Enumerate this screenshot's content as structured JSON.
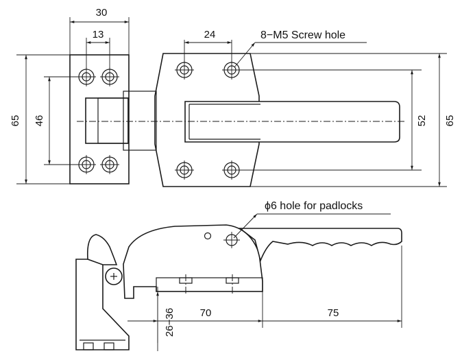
{
  "top_view": {
    "dim_width_30": "30",
    "dim_hole_spacing_13": "13",
    "dim_hole_spacing_24": "24",
    "dim_height_65_left": "65",
    "dim_hole_spacing_46": "46",
    "dim_hole_spacing_52": "52",
    "dim_height_65_right": "65",
    "label_screw_hole": "8−M5 Screw hole"
  },
  "side_view": {
    "label_padlock_hole": "ϕ6 hole for padlocks",
    "dim_offset_26_36": "26−36",
    "dim_length_70": "70",
    "dim_length_75": "75"
  }
}
